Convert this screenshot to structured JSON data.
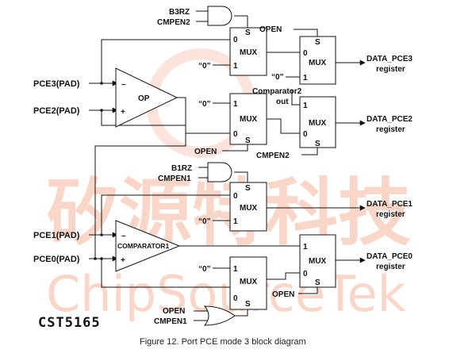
{
  "watermark": {
    "chinese": "矽源特科技",
    "latin": "ChipSourceTek"
  },
  "chip_label": "CST5165",
  "caption": "Figure 12. Port PCE mode 3 block diagram",
  "signals": {
    "b3rz": "B3RZ",
    "cmpen2": "CMPEN2",
    "open": "OPEN",
    "b1rz": "B1RZ",
    "cmpen1": "CMPEN1",
    "zero": "“0”",
    "comparator2_out_line1": "Comparator2",
    "comparator2_out_line2": "out"
  },
  "pads": {
    "pce3": "PCE3(PAD)",
    "pce2": "PCE2(PAD)",
    "pce1": "PCE1(PAD)",
    "pce0": "PCE0(PAD)"
  },
  "blocks": {
    "op": "OP",
    "comparator1": "COMPARATOR1",
    "mux": "MUX",
    "minus": "–",
    "plus": "+",
    "sel": "S",
    "in0": "0",
    "in1": "1"
  },
  "outputs": {
    "pce3": "DATA_PCE3",
    "pce2": "DATA_PCE2",
    "pce1": "DATA_PCE1",
    "pce0": "DATA_PCE0",
    "register": "register"
  }
}
